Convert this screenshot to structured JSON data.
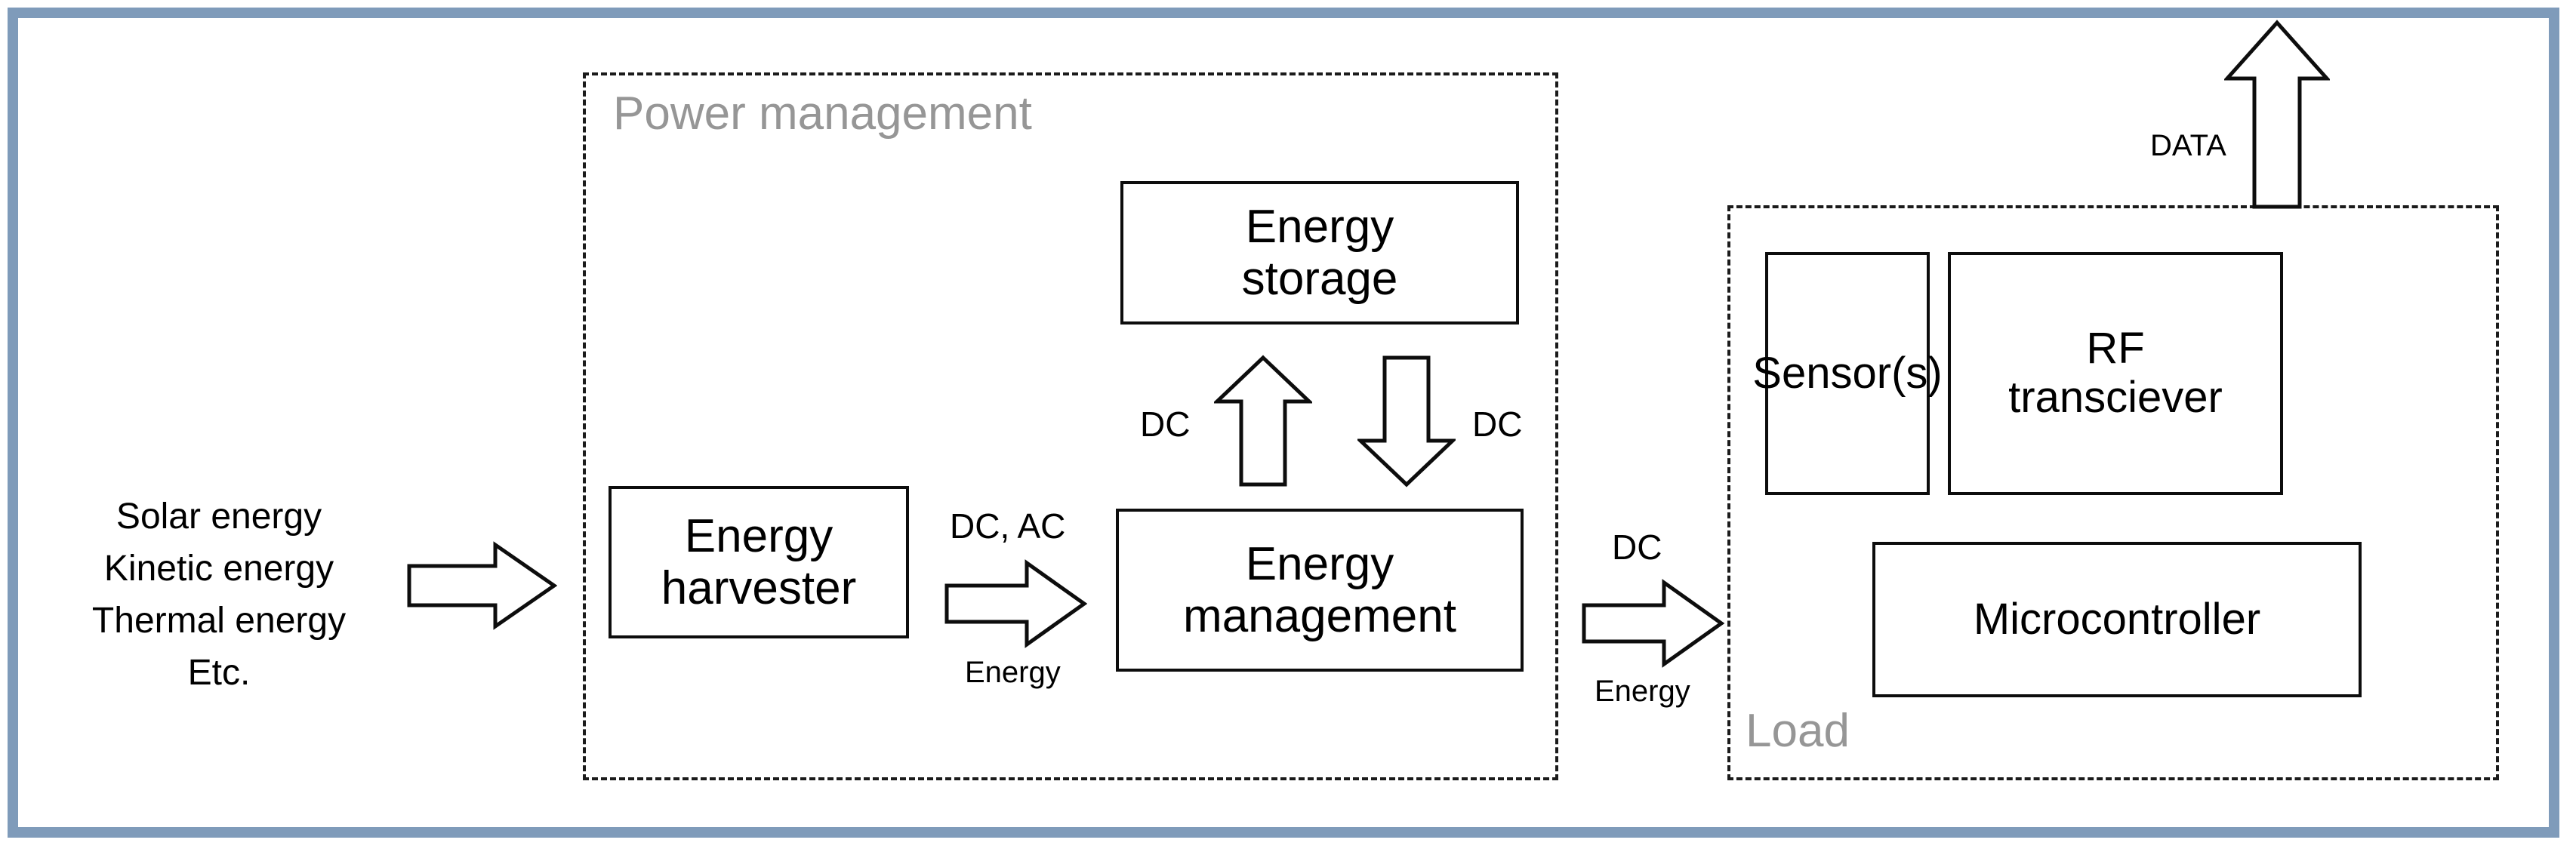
{
  "diagram": {
    "title": "Energy harvesting wireless sensor node block diagram",
    "frame_color": "#7f9bba",
    "group_label_color": "#969696",
    "stroke_color": "#0d0d0d"
  },
  "sources": {
    "lines": [
      "Solar energy",
      "Kinetic energy",
      "Thermal energy",
      "Etc."
    ],
    "text": "Solar energy\nKinetic energy\nThermal energy\nEtc."
  },
  "groups": {
    "power_management": {
      "label": "Power management"
    },
    "load": {
      "label": "Load"
    }
  },
  "nodes": {
    "energy_harvester": {
      "label": "Energy\nharvester",
      "line1": "Energy",
      "line2": "harvester"
    },
    "energy_storage": {
      "label": "Energy\nstorage",
      "line1": "Energy",
      "line2": "storage"
    },
    "energy_management": {
      "label": "Energy\nmanagement",
      "line1": "Energy",
      "line2": "management"
    },
    "sensors": {
      "label": "Sensor(s)"
    },
    "rf_transceiver": {
      "label": "RF\ntransciever",
      "line1": "RF",
      "line2": "transciever"
    },
    "microcontroller": {
      "label": "Microcontroller"
    }
  },
  "arrows": {
    "source_to_harvester": {
      "direction": "right",
      "label_above": "",
      "label_below": ""
    },
    "harvester_to_management": {
      "direction": "right",
      "label_above": "DC, AC",
      "label_below": "Energy"
    },
    "management_to_storage": {
      "direction": "up",
      "label_left": "DC"
    },
    "storage_to_management": {
      "direction": "down",
      "label_right": "DC"
    },
    "management_to_load": {
      "direction": "right",
      "label_above": "DC",
      "label_below": "Energy"
    },
    "data_out": {
      "direction": "up",
      "label_left": "DATA"
    }
  }
}
